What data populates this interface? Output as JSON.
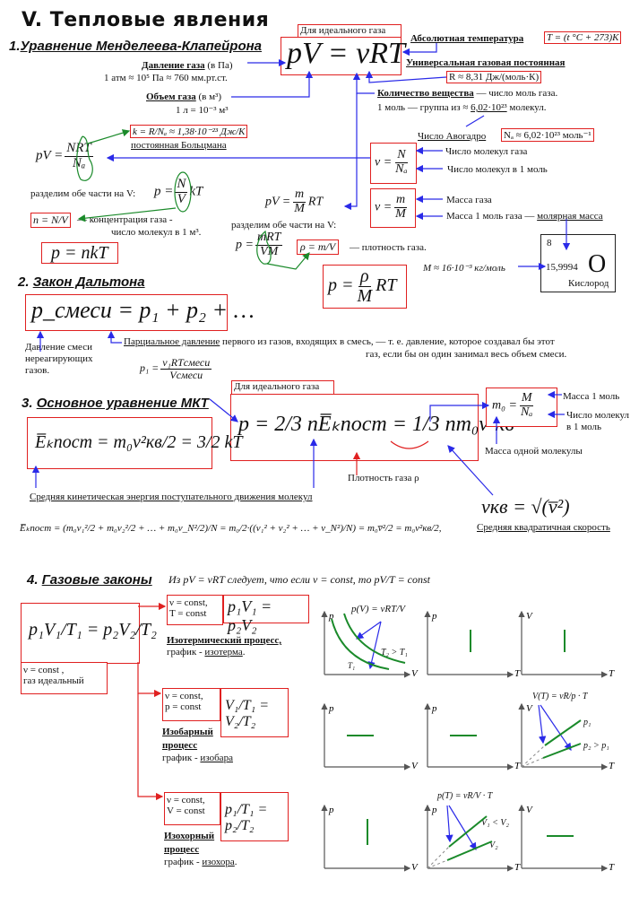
{
  "title": "V. Тепловые явления",
  "sections": {
    "s1": {
      "num": "1.",
      "title": "Уравнение Менделеева-Клапейрона"
    },
    "s2": {
      "num": "2.",
      "title": "Закон Дальтона"
    },
    "s3": {
      "num": "3.",
      "title": "Основное уравнение МКТ"
    },
    "s4": {
      "num": "4.",
      "title": "Газовые законы"
    }
  },
  "s1": {
    "ideal_gas_label": "Для идеального газа",
    "main_formula": "pV = νRT",
    "pressure_label": "Давление газа",
    "pressure_unit": "(в Па)",
    "pressure_note": "1 атм ≈ 10⁵ Па ≈ 760 мм.рт.ст.",
    "volume_label": "Объем газа",
    "volume_unit": "(в м³)",
    "volume_note": "1 л = 10⁻³ м³",
    "abs_temp_label": "Абсолютная температура",
    "abs_temp_formula": "T = (t °C + 273)K",
    "gas_const_label": "Универсальная газовая постоянная",
    "gas_const_formula": "R ≈ 8,31 Дж/(моль·К)",
    "amount_label": "Количество вещества",
    "amount_desc": " — число моль газа.",
    "mole_note_a": "1 моль — группа из ≈ ",
    "mole_note_num": "6,02·10²³",
    "mole_note_b": " молекул.",
    "avogadro_label": "Число Авогадро",
    "avogadro_formula": "Nₐ ≈ 6,02·10²³ моль⁻¹",
    "nu_n_formula": {
      "lhs": "ν =",
      "num": "N",
      "den": "Nₐ"
    },
    "nu_n_labels": [
      "Число молекул газа",
      "Число молекул в 1 моль"
    ],
    "nu_m_formula": {
      "lhs": "ν =",
      "num": "m",
      "den": "M"
    },
    "nu_m_labels": [
      "Масса газа",
      "Масса 1 моль газа — "
    ],
    "molar_mass_label": "молярная масса",
    "pv_nrt": {
      "lhs": "pV =",
      "num": "NRT",
      "den": "Nₐ"
    },
    "boltzmann_formula": "k = R/Nₐ ≈ 1,38·10⁻²³ Дж/К",
    "boltzmann_label": "постоянная Больцмана",
    "divide_text": "разделим обе части на V:",
    "p_nv_kt": {
      "lhs": "p =",
      "num": "N",
      "den": "V",
      "rhs": "kT"
    },
    "concentration_formula": "n = N/V",
    "concentration_desc": "— концентрация газа -",
    "concentration_desc2": "число молекул в 1 м³.",
    "p_nkt": "p = nkT",
    "pv_mm_rt": {
      "lhs": "pV =",
      "num": "m",
      "den": "M",
      "rhs": "RT"
    },
    "divide_text2": "разделим обе части на V:",
    "p_mrt_vm": {
      "lhs": "p =",
      "num": "mRT",
      "den": "VM"
    },
    "density_formula": "ρ = m/V",
    "density_desc": "— плотность газа.",
    "p_rho": {
      "lhs": "p =",
      "num": "ρ",
      "den": "M",
      "rhs": "RT"
    },
    "oxygen_molar": "M ≈ 16·10⁻³ кг/моль",
    "element": {
      "number": "8",
      "mass": "15,9994",
      "symbol": "O",
      "name": "Кислород"
    }
  },
  "s2": {
    "formula": "p_смеси = p₁ + p₂ + …",
    "mix_label": "Давление смеси нереагирующих газов.",
    "partial_label": "Парциальное давление",
    "partial_desc": " первого из газов, входящих в смесь, — т. е. давление, которое создавал бы этот",
    "partial_desc2": "газ, если бы он один занимал весь объем  смеси.",
    "p1_formula": {
      "lhs": "p₁ =",
      "num": "ν₁RTсмеси",
      "den": "Vсмеси"
    }
  },
  "s3": {
    "ideal_gas_label": "Для идеального газа",
    "ek_formula": "E̅ₖпост = m₀v²кв/2 = 3/2 kT",
    "main_formula": "p = 2/3 nE̅ₖпост = 1/3 nm₀v²кв",
    "m0_formula": {
      "lhs": "m₀ =",
      "num": "M",
      "den": "Nₐ"
    },
    "m0_labels": [
      "Масса 1 моль",
      "Число молекул",
      "в 1 моль"
    ],
    "m0_desc": "Масса одной молекулы",
    "density_label": "Плотность газа ρ",
    "ek_desc": "Средняя кинетическая энергия поступательного движения молекул",
    "vkv_formula": "vкв = √(v̅²)",
    "vkv_desc": "Средняя квадратичная скорость",
    "ek_expansion": "E̅ₖпост = (m₀v₁²/2 + m₀v₂²/2 + … + m₀v_N²/2)/N = m₀/2·((v₁² + v₂² + … + v_N²)/N) = m₀v̅²/2 = m₀v²кв/2,"
  },
  "s4": {
    "intro": "Из  pV = νRT следует, что если ν = const, то  pV/T = const",
    "combined": "p₁V₁/T₁ = p₂V₂/T₂",
    "combined_cond": [
      "ν = const ,",
      "газ идеальный"
    ],
    "isothermal": {
      "cond": [
        "ν = const,",
        "T = const"
      ],
      "formula": "p₁V₁ = p₂V₂",
      "name": "Изотермический процесс,",
      "graph_prefix": "график - ",
      "graph_name": "изотерма",
      "suffix": "."
    },
    "isobaric": {
      "cond": [
        "ν = const,",
        "p = const"
      ],
      "formula": "V₁/T₁ = V₂/T₂",
      "name1": "Изобарный",
      "name2": "процесс",
      "graph_prefix": "график - ",
      "graph_name": "изобара"
    },
    "isochoric": {
      "cond": [
        "ν = const,",
        "V = const"
      ],
      "formula": "p₁/T₁ = p₂/T₂",
      "name1": "Изохорный",
      "name2": "процесс",
      "graph_prefix": " график - ",
      "graph_name": "изохора",
      "suffix": "."
    }
  },
  "graphs": {
    "iso_t": [
      {
        "y": "p",
        "x": "V",
        "formula": "p(V) = νRT/V",
        "labels": [
          "T₂ > T₁",
          "T₁"
        ]
      },
      {
        "y": "p",
        "x": "T"
      },
      {
        "y": "V",
        "x": "T"
      }
    ],
    "iso_p": [
      {
        "y": "p",
        "x": "V"
      },
      {
        "y": "p",
        "x": "T"
      },
      {
        "y": "V",
        "x": "T",
        "formula": "V(T) = νR/p · T",
        "labels": [
          "p₁",
          "p₂ > p₁"
        ]
      }
    ],
    "iso_v": [
      {
        "y": "p",
        "x": "V"
      },
      {
        "y": "p",
        "x": "T",
        "formula": "p(T) = νR/V · T",
        "labels": [
          "V₁ < V₂",
          "V₂"
        ]
      },
      {
        "y": "V",
        "x": "T"
      }
    ]
  },
  "colors": {
    "box": "#e02020",
    "arrow": "#2a2ae8",
    "green": "#1a8a2a",
    "axis": "#777777"
  }
}
